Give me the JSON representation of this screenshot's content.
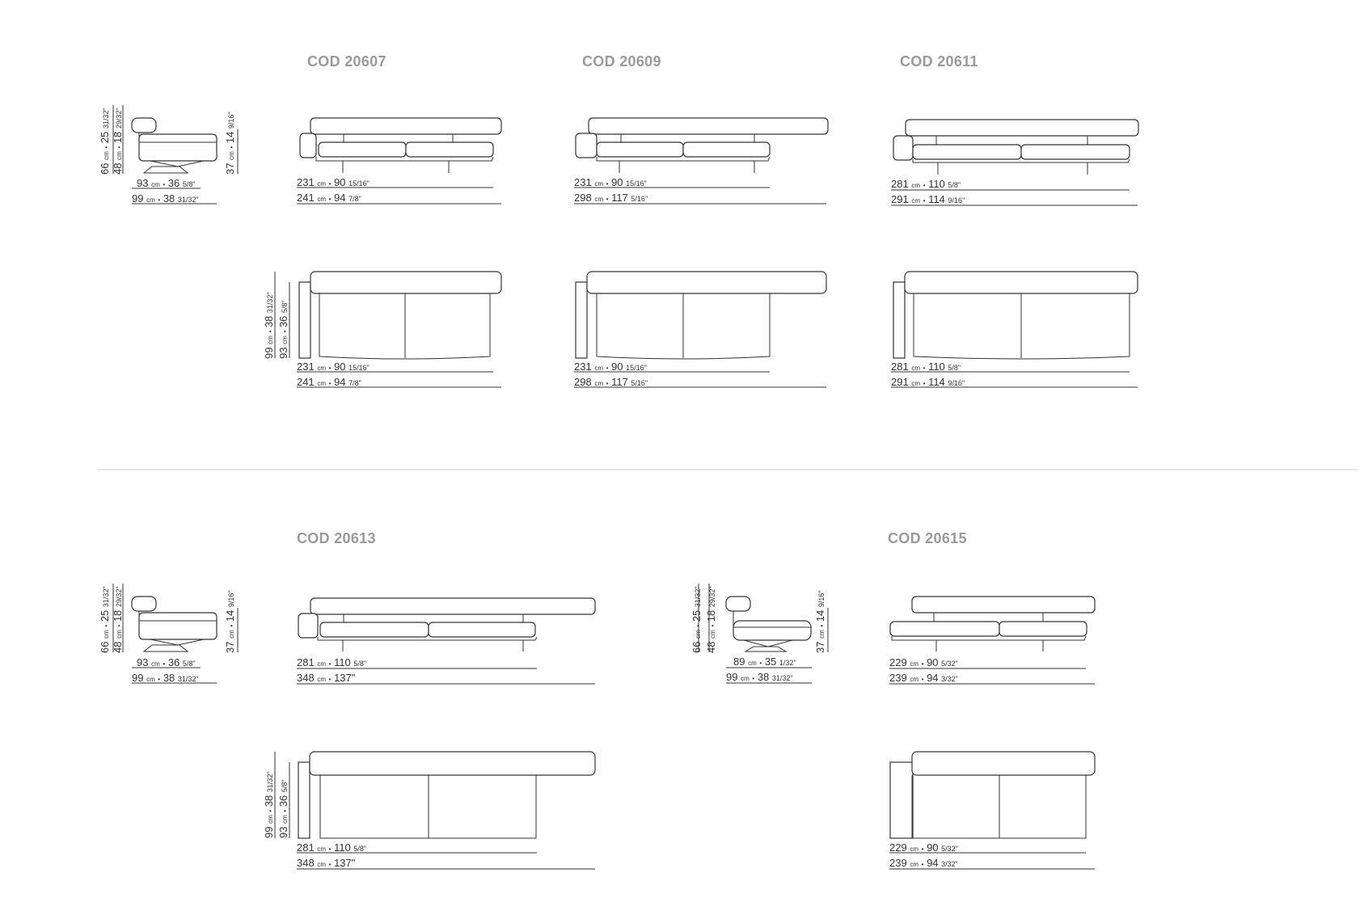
{
  "codes": {
    "c20607": "COD 20607",
    "c20609": "COD 20609",
    "c20611": "COD 20611",
    "c20613": "COD 20613",
    "c20615": "COD 20615"
  },
  "units": {
    "cm": "cm",
    "dot": "•"
  },
  "dims": {
    "side1": {
      "h66": {
        "cm": "66",
        "in": "25",
        "fr": "31/32\""
      },
      "h48": {
        "cm": "48",
        "in": "18",
        "fr": "29/32\""
      },
      "h37": {
        "cm": "37",
        "in": "14",
        "fr": "9/16\""
      },
      "w93": {
        "cm": "93",
        "in": "36",
        "fr": "5/8\""
      },
      "w99": {
        "cm": "99",
        "in": "38",
        "fr": "31/32\""
      }
    },
    "s20607": {
      "front_a": {
        "cm": "231",
        "in": "90",
        "fr": "15/16\""
      },
      "front_b": {
        "cm": "241",
        "in": "94",
        "fr": "7/8\""
      },
      "top_a": {
        "cm": "231",
        "in": "90",
        "fr": "15/16\""
      },
      "top_b": {
        "cm": "241",
        "in": "94",
        "fr": "7/8\""
      },
      "depth99": {
        "cm": "99",
        "in": "38",
        "fr": "31/32\""
      },
      "depth93": {
        "cm": "93",
        "in": "36",
        "fr": "5/8\""
      }
    },
    "s20609": {
      "front_a": {
        "cm": "231",
        "in": "90",
        "fr": "15/16\""
      },
      "front_b": {
        "cm": "298",
        "in": "117",
        "fr": "5/16\""
      },
      "top_a": {
        "cm": "231",
        "in": "90",
        "fr": "15/16\""
      },
      "top_b": {
        "cm": "298",
        "in": "117",
        "fr": "5/16\""
      }
    },
    "s20611": {
      "front_a": {
        "cm": "281",
        "in": "110",
        "fr": "5/8\""
      },
      "front_b": {
        "cm": "291",
        "in": "114",
        "fr": "9/16\""
      },
      "top_a": {
        "cm": "281",
        "in": "110",
        "fr": "5/8\""
      },
      "top_b": {
        "cm": "291",
        "in": "114",
        "fr": "9/16\""
      }
    },
    "side2": {
      "h66": {
        "cm": "66",
        "in": "25",
        "fr": "31/32\""
      },
      "h48": {
        "cm": "48",
        "in": "18",
        "fr": "29/32\""
      },
      "h37": {
        "cm": "37",
        "in": "14",
        "fr": "9/16\""
      },
      "w93": {
        "cm": "93",
        "in": "36",
        "fr": "5/8\""
      },
      "w99": {
        "cm": "99",
        "in": "38",
        "fr": "31/32\""
      }
    },
    "s20613": {
      "front_a": {
        "cm": "281",
        "in": "110",
        "fr": "5/8\""
      },
      "front_b": {
        "cm": "348",
        "in": "137\"",
        "fr": ""
      },
      "top_a": {
        "cm": "281",
        "in": "110",
        "fr": "5/8\""
      },
      "top_b": {
        "cm": "348",
        "in": "137\"",
        "fr": ""
      },
      "depth99": {
        "cm": "99",
        "in": "38",
        "fr": "31/32\""
      },
      "depth93": {
        "cm": "93",
        "in": "36",
        "fr": "5/8\""
      }
    },
    "side3": {
      "h66": {
        "cm": "66",
        "in": "25",
        "fr": "31/32\""
      },
      "h48": {
        "cm": "48",
        "in": "18",
        "fr": "29/32\""
      },
      "h37": {
        "cm": "37",
        "in": "14",
        "fr": "9/16\""
      },
      "w89": {
        "cm": "89",
        "in": "35",
        "fr": "1/32\""
      },
      "w99": {
        "cm": "99",
        "in": "38",
        "fr": "31/32\""
      }
    },
    "s20615": {
      "front_a": {
        "cm": "229",
        "in": "90",
        "fr": "5/32\""
      },
      "front_b": {
        "cm": "239",
        "in": "94",
        "fr": "3/32\""
      },
      "top_a": {
        "cm": "229",
        "in": "90",
        "fr": "5/32\""
      },
      "top_b": {
        "cm": "239",
        "in": "94",
        "fr": "3/32\""
      }
    }
  }
}
